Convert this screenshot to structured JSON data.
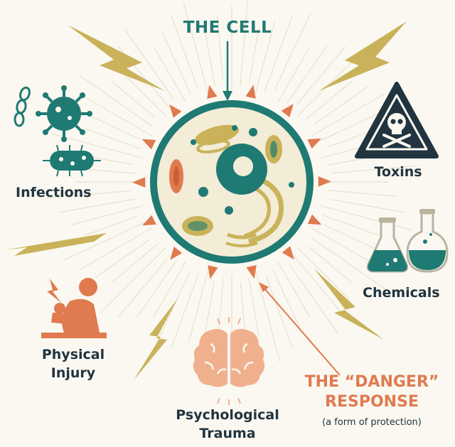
{
  "title": "THE CELL",
  "colors": {
    "teal": "#1f7a73",
    "orange": "#e07a4f",
    "gold": "#c9b25a",
    "navy": "#21343f",
    "cream": "#f3ecd6"
  },
  "labels": {
    "infections": "Infections",
    "toxins": "Toxins",
    "chemicals": "Chemicals",
    "physical_injury": [
      "Physical",
      "Injury"
    ],
    "psychological_trauma": [
      "Psychological",
      "Trauma"
    ]
  },
  "danger": {
    "lines": [
      "THE “DANGER”",
      "RESPONSE"
    ],
    "subtitle": "(a form of protection)"
  },
  "icons": [
    "virus-icon",
    "bacteria-icon",
    "chain-bacteria-icon",
    "skull-warning-icon",
    "flask-icon",
    "person-injury-icon",
    "brain-icon",
    "lightning-bolt-icon",
    "cell-icon"
  ]
}
